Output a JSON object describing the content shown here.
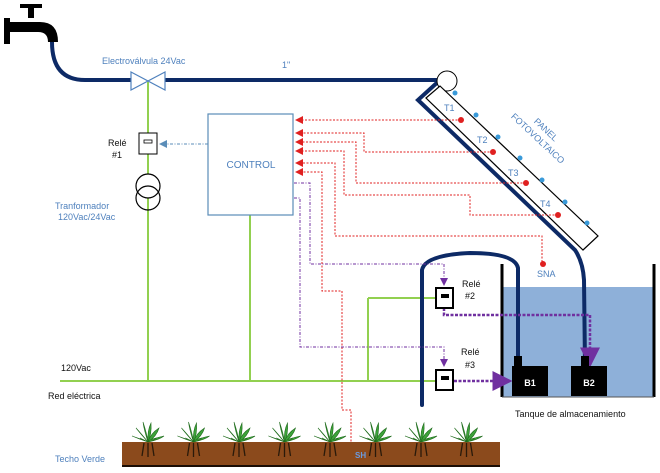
{
  "diagram": {
    "labels": {
      "valve": "Electroválvula 24Vac",
      "pipe_size": "1\"",
      "relay1_line1": "Relé",
      "relay1_line2": "#1",
      "relay2_line1": "Relé",
      "relay2_line2": "#2",
      "relay3_line1": "Relé",
      "relay3_line2": "#3",
      "transformer_line1": "Tranformador",
      "transformer_line2": "120Vac/24Vac",
      "control": "CONTROL",
      "panel_line1": "PANEL",
      "panel_line2": "FOTOVOLTAICO",
      "t1": "T1",
      "t2": "T2",
      "t3": "T3",
      "t4": "T4",
      "sna": "SNA",
      "sh": "SH",
      "b1": "B1",
      "b2": "B2",
      "tank": "Tanque de almacenamiento",
      "voltage": "120Vac",
      "grid": "Red eléctrica",
      "green_roof": "Techo Verde"
    },
    "icons": {
      "faucet": "faucet-icon",
      "valve": "solenoid-valve-icon",
      "transformer": "transformer-icon",
      "relay": "relay-icon",
      "pump": "pump-icon",
      "plant": "plant-icon",
      "sensor": "sensor-dot-icon"
    },
    "colors": {
      "pipe": "#0d2a66",
      "power_line": "#92d050",
      "sensor_line": "#e02020",
      "relay_signal": "#7030a0",
      "control_border": "#5b8db8",
      "label_blue": "#4f81bd",
      "water": "#8eb0d9",
      "soil": "#8b4a1c"
    },
    "plant_count": 8
  }
}
